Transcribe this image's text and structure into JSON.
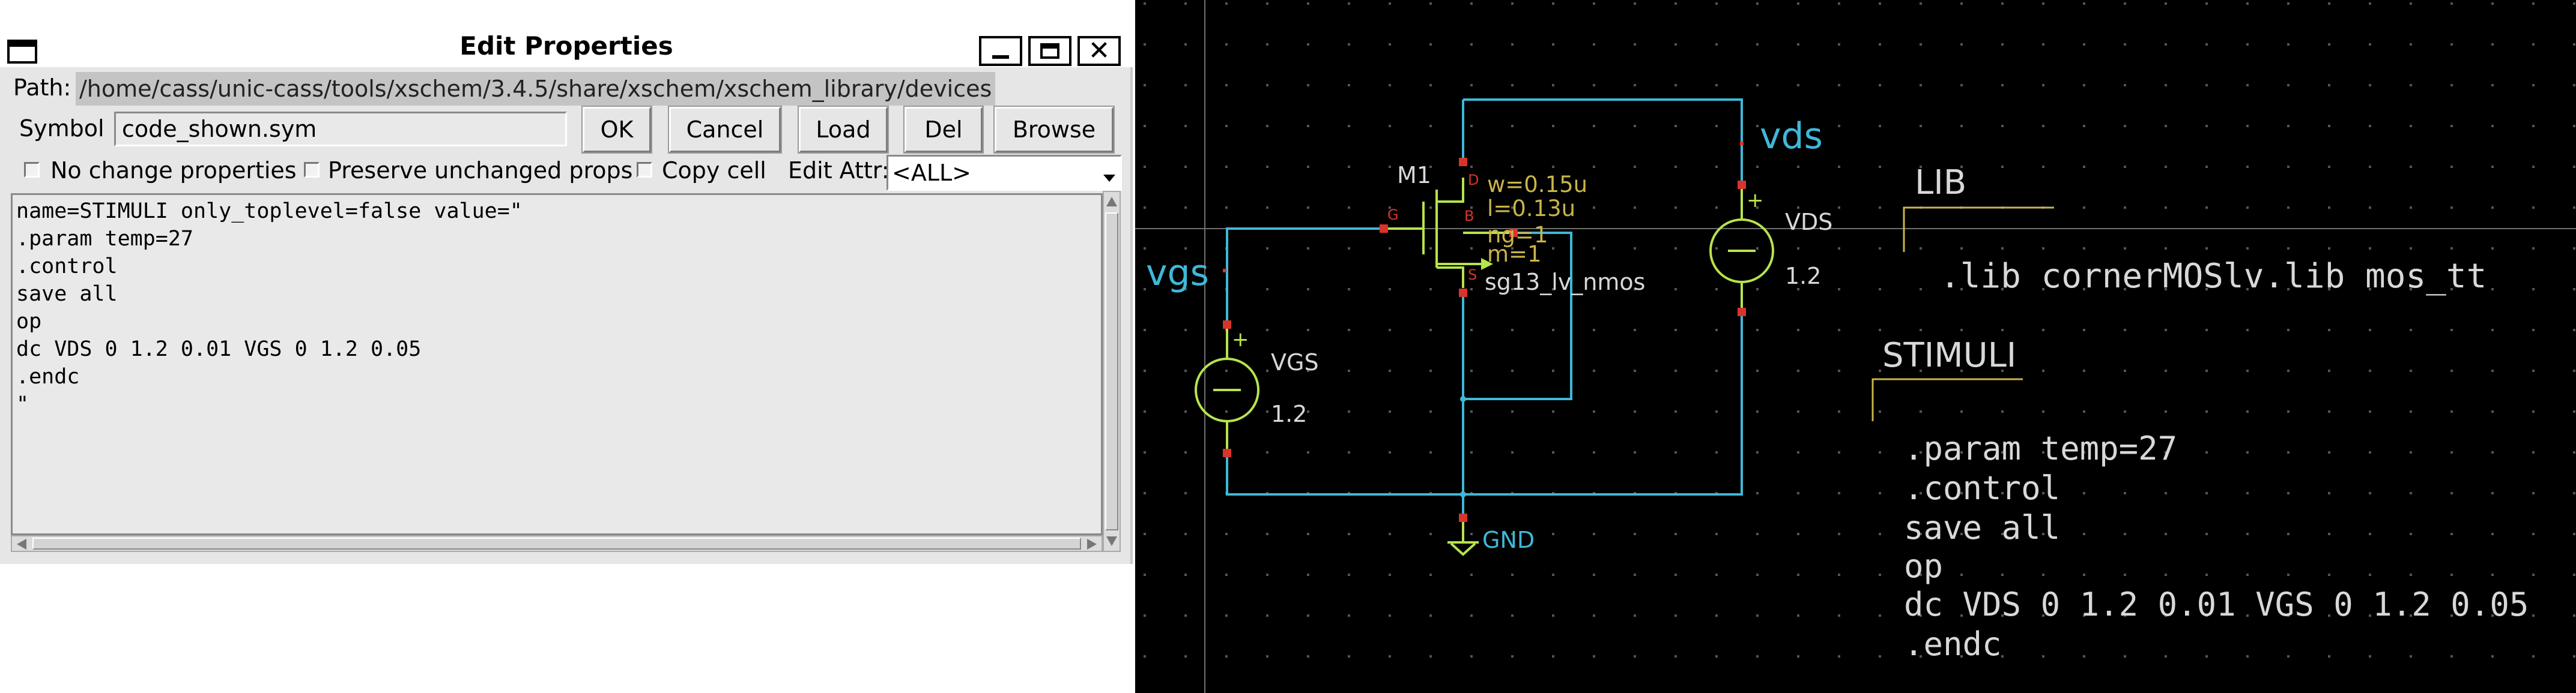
{
  "dialog": {
    "title": "Edit Properties",
    "window_buttons": {
      "close": "✕"
    },
    "path_label": "Path:",
    "path_value": "/home/cass/unic-cass/tools/xschem/3.4.5/share/xschem/xschem_library/devices",
    "symbol_label": "Symbol",
    "symbol_value": "code_shown.sym",
    "buttons": {
      "ok": "OK",
      "cancel": "Cancel",
      "load": "Load",
      "del": "Del",
      "browse": "Browse"
    },
    "checkboxes": {
      "no_change": "No change properties",
      "preserve": "Preserve unchanged props",
      "copy_cell": "Copy cell"
    },
    "edit_attr_label": "Edit Attr:",
    "edit_attr_value": "<ALL>",
    "properties_text": "name=STIMULI only_toplevel=false value=\"\n.param temp=27\n.control\nsave all\nop\ndc VDS 0 1.2 0.01 VGS 0 1.2 0.05\n.endc\n\""
  },
  "schematic": {
    "colors": {
      "background": "#000000",
      "wire": "#3fb8d8",
      "device": "#b7e34c",
      "pin": "#d8342c",
      "param": "#c9b44a",
      "text": "#d8d8d8",
      "grid": "#555555"
    },
    "labels": {
      "vgs": "vgs",
      "vds": "vds",
      "gnd": "GND",
      "m1": "M1",
      "w": "w=0.15u",
      "l": "l=0.13u",
      "ng": "ng=1",
      "m": "m=1",
      "model": "sg13_lv_nmos",
      "pin_d": "D",
      "pin_g": "G",
      "pin_b": "B",
      "pin_s": "S",
      "vgs_src": "VGS",
      "vgs_val": "1.2",
      "vds_src": "VDS",
      "vds_val": "1.2",
      "plus": "+"
    },
    "lib_block": {
      "title": "LIB",
      "text": ".lib cornerMOSlv.lib mos_tt"
    },
    "stimuli_block": {
      "title": "STIMULI",
      "lines": [
        ".param temp=27",
        ".control",
        "save all",
        "op",
        "dc VDS 0 1.2 0.01 VGS 0 1.2 0.05",
        ".endc"
      ]
    }
  }
}
